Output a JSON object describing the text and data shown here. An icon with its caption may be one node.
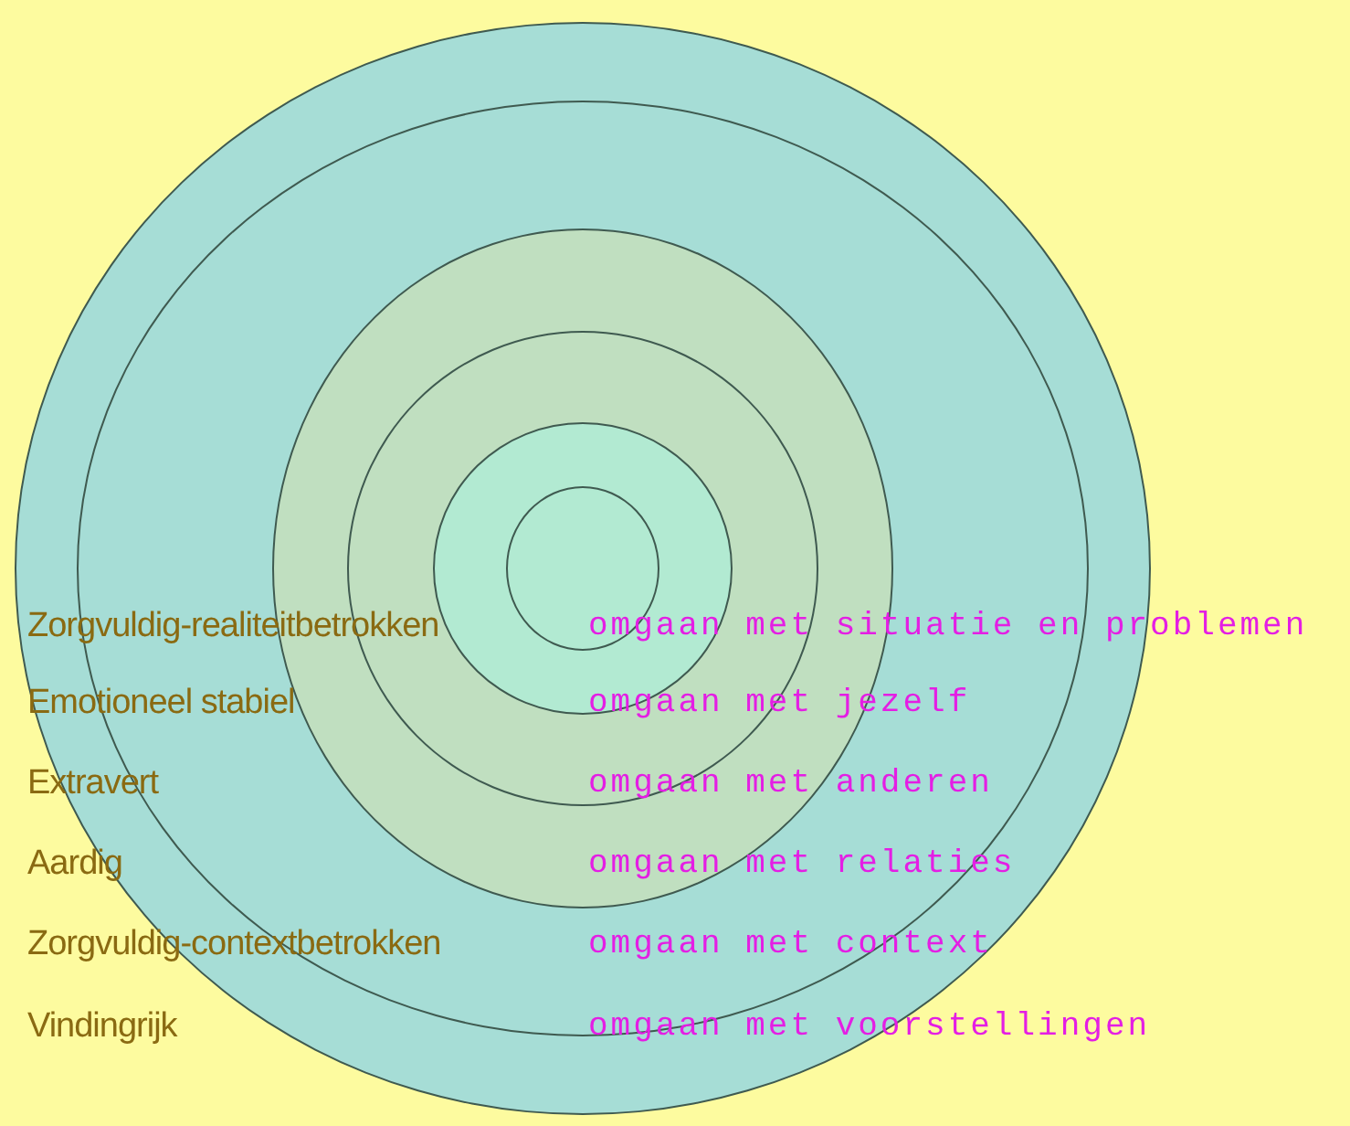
{
  "diagram": {
    "nodes": [
      {
        "text": [],
        "shape": "circle"
      },
      {
        "text": [],
        "shape": "circle",
        "in": 0
      },
      {
        "text": [],
        "shape": "circle",
        "in": 1
      },
      {
        "text": [],
        "shape": "circle",
        "in": 2
      },
      {
        "text": [],
        "shape": "circle",
        "in": 3
      },
      {
        "text": [],
        "shape": "circle",
        "in": 4
      }
    ],
    "labels": [
      "Zorgvuldig-realiteitbetrokken",
      "omgaan met situatie en problemen",
      "Emotioneel stabiel",
      "omgaan met jezelf",
      "Extravert",
      "omgaan met anderen",
      "Aardig",
      "omgaan met relaties",
      "Zorgvuldig-contextbetrokken",
      "omgaan met context",
      "Vindingrijk",
      "omgaan met voorstellingen"
    ]
  }
}
